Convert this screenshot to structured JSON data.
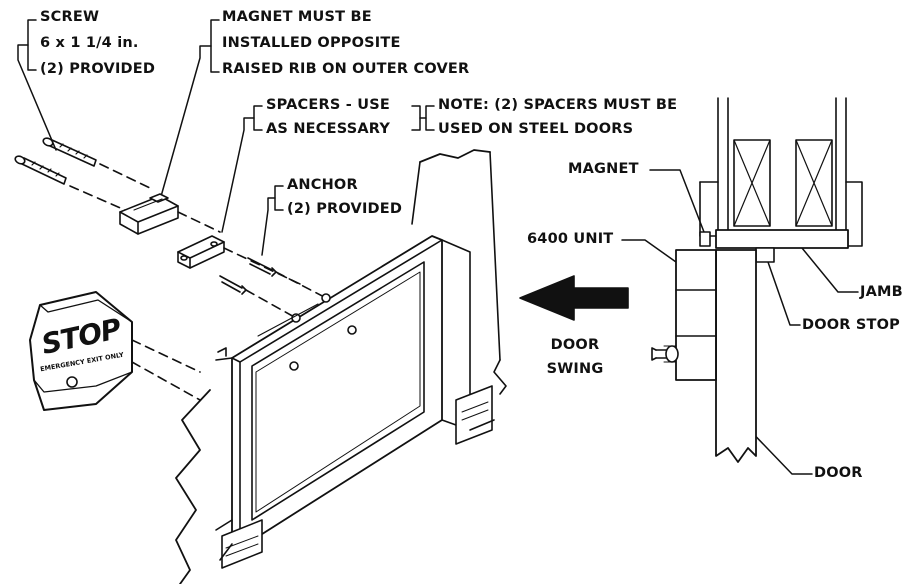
{
  "labels": {
    "screw": [
      "SCREW",
      "6 x 1 1/4 in.",
      "(2) PROVIDED"
    ],
    "magnet_note": [
      "MAGNET MUST BE",
      "INSTALLED OPPOSITE",
      "RAISED RIB ON OUTER COVER"
    ],
    "spacers": [
      "SPACERS - USE",
      "AS NECESSARY"
    ],
    "spacers_note": [
      "NOTE: (2) SPACERS MUST BE",
      "USED ON STEEL DOORS"
    ],
    "anchor": [
      "ANCHOR",
      "(2) PROVIDED"
    ],
    "magnet": "MAGNET",
    "unit": "6400 UNIT",
    "jamb": "JAMB",
    "door_stop": "DOOR STOP",
    "door": "DOOR",
    "door_swing": [
      "DOOR",
      "SWING"
    ]
  },
  "stop_sign": {
    "text": "STOP",
    "subtext": "EMERGENCY EXIT ONLY"
  },
  "colors": {
    "line": "#111111",
    "background": "#ffffff"
  }
}
